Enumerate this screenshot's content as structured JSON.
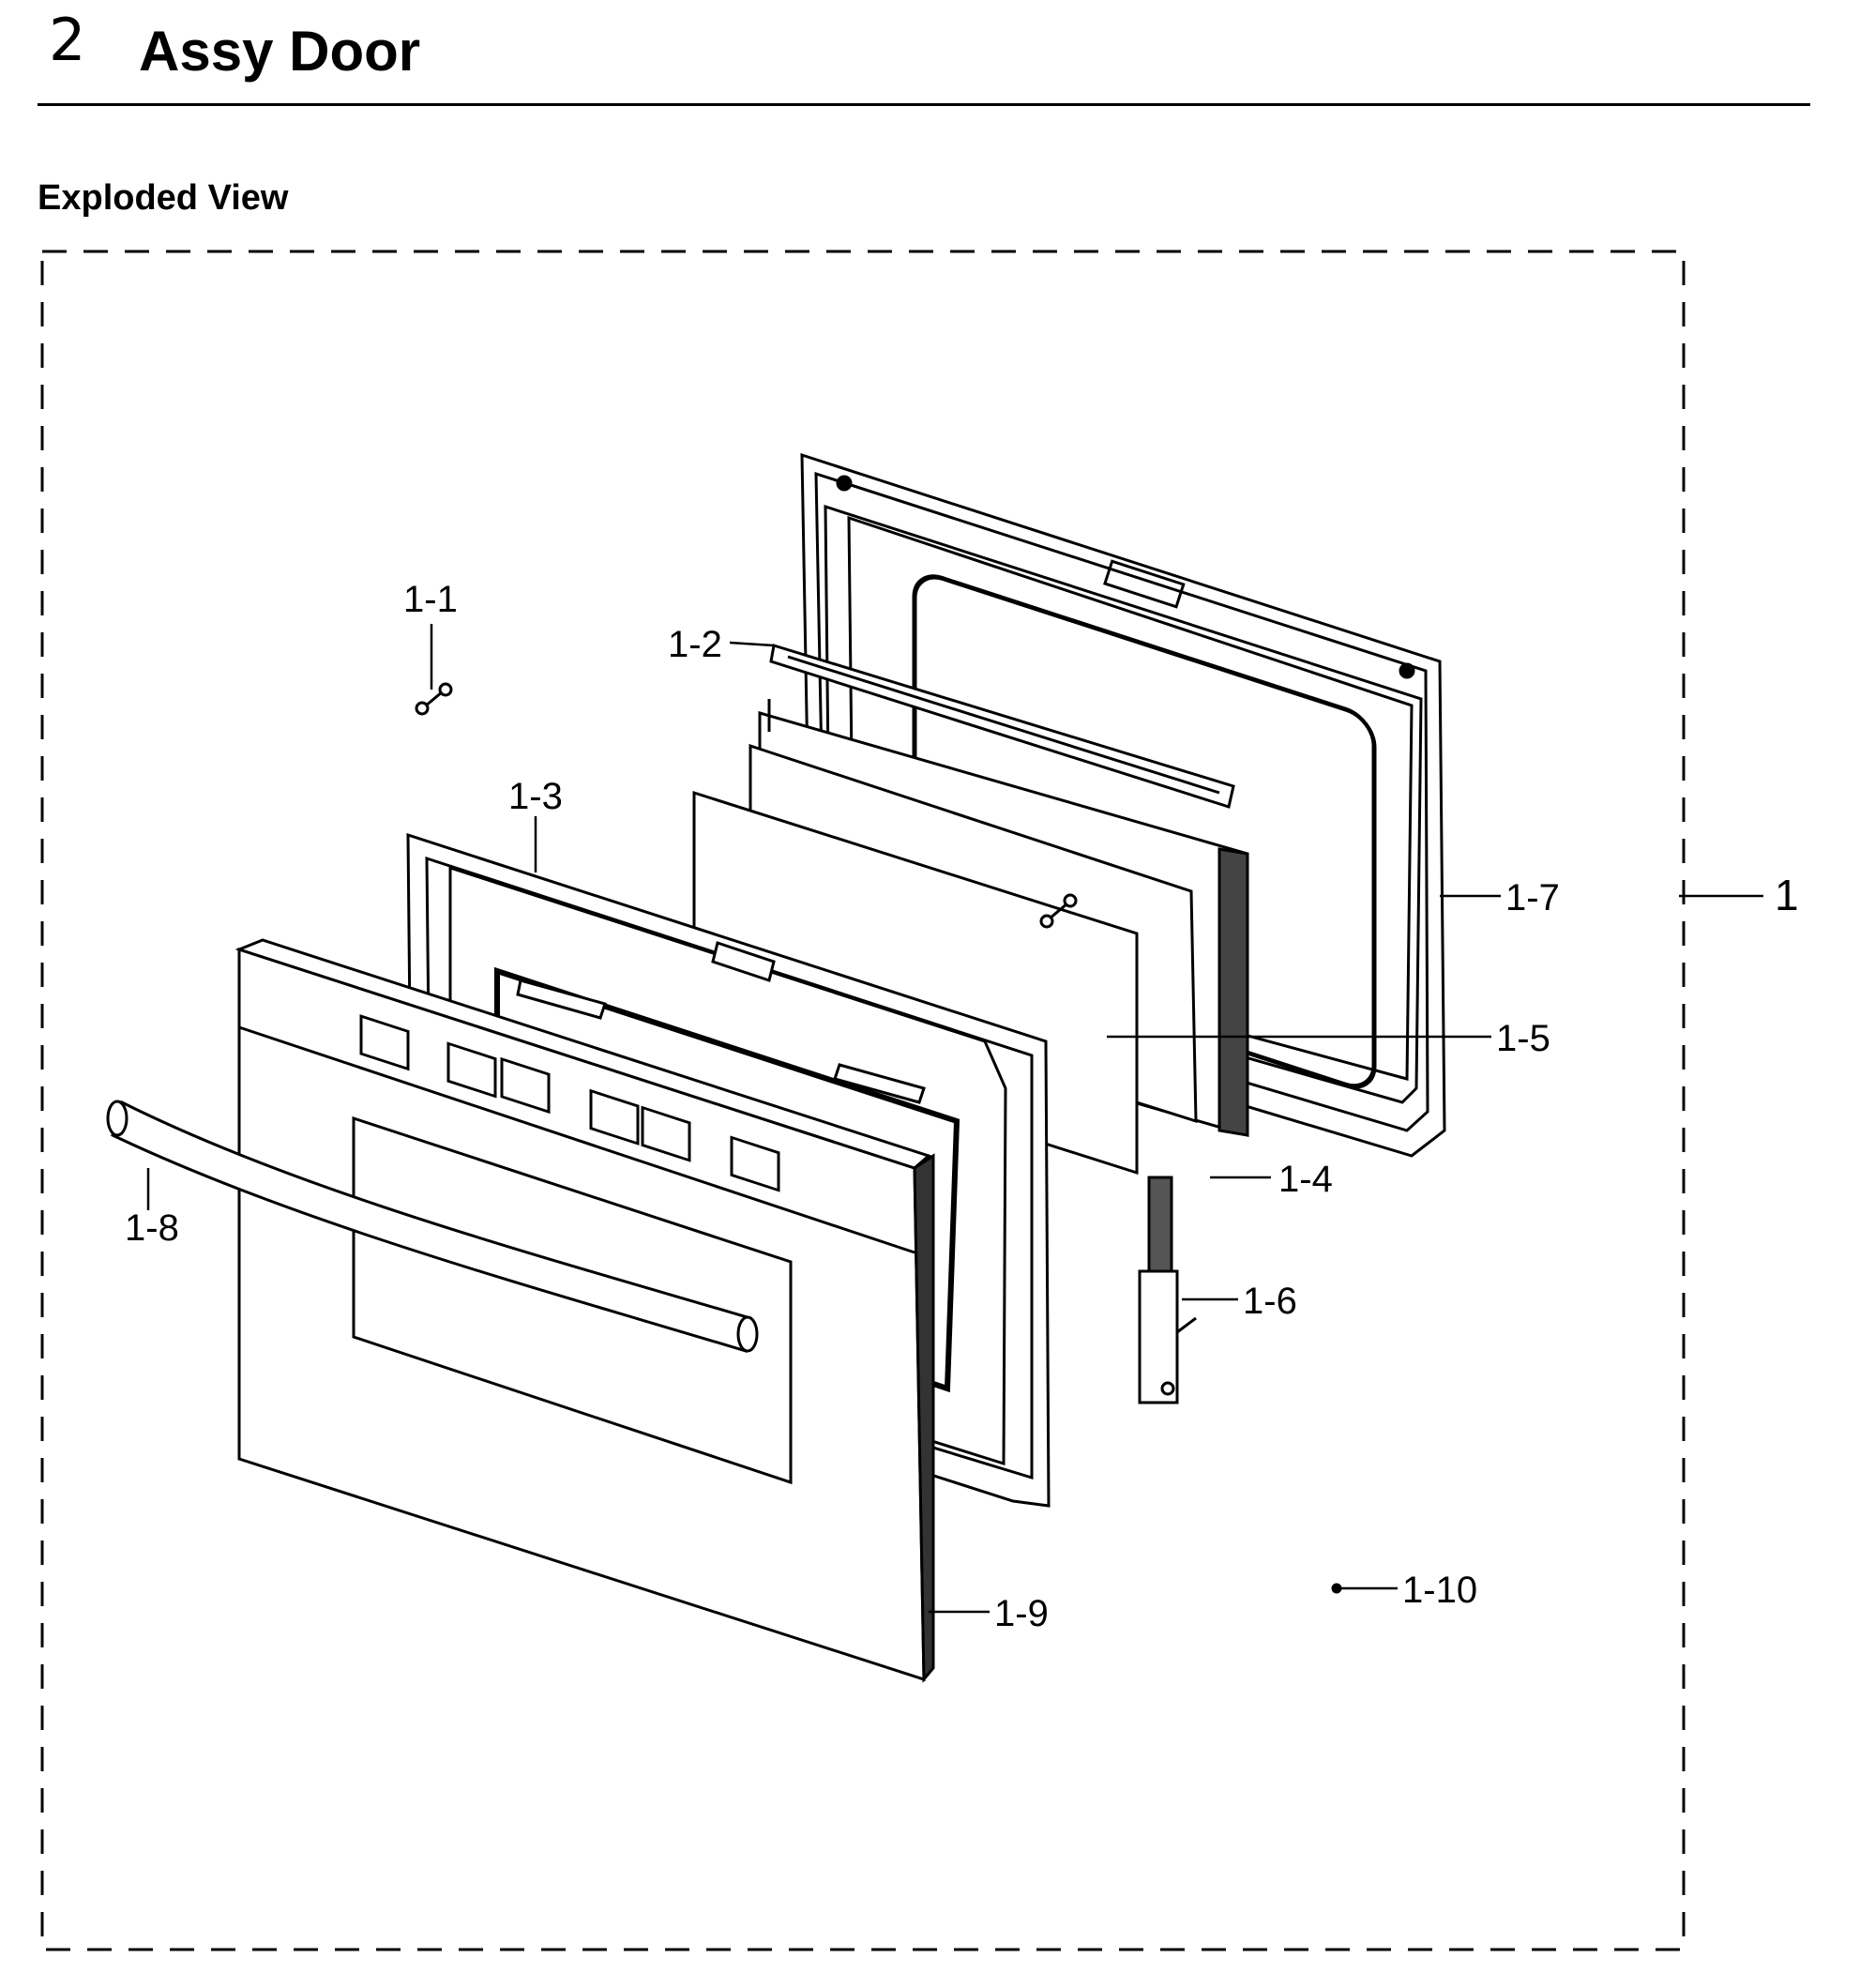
{
  "header": {
    "section_number": "2",
    "section_title": "Assy Door"
  },
  "subheading": "Exploded View",
  "diagram": {
    "callouts": [
      {
        "id": "1",
        "label": "1"
      },
      {
        "id": "1-1",
        "label": "1-1"
      },
      {
        "id": "1-2",
        "label": "1-2"
      },
      {
        "id": "1-3",
        "label": "1-3"
      },
      {
        "id": "1-4",
        "label": "1-4"
      },
      {
        "id": "1-5",
        "label": "1-5"
      },
      {
        "id": "1-6",
        "label": "1-6"
      },
      {
        "id": "1-7",
        "label": "1-7"
      },
      {
        "id": "1-8",
        "label": "1-8"
      },
      {
        "id": "1-9",
        "label": "1-9"
      },
      {
        "id": "1-10",
        "label": "1-10"
      }
    ]
  }
}
